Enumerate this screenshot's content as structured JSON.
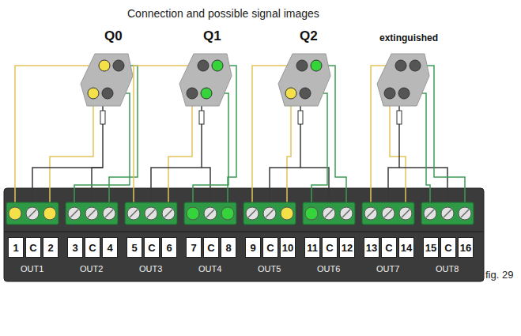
{
  "diagram": {
    "title": "Connection and possible signal images",
    "caption": "fig. 29",
    "nodes": [
      {
        "text": [
          "1"
        ]
      },
      {
        "text": [
          "C"
        ]
      },
      {
        "text": [
          "2"
        ]
      },
      {
        "text": [
          "3"
        ]
      },
      {
        "text": [
          "C"
        ]
      },
      {
        "text": [
          "4"
        ]
      },
      {
        "text": [
          "5"
        ]
      },
      {
        "text": [
          "C"
        ]
      },
      {
        "text": [
          "6"
        ]
      },
      {
        "text": [
          "7"
        ]
      },
      {
        "text": [
          "C"
        ]
      },
      {
        "text": [
          "8"
        ]
      },
      {
        "text": [
          "9"
        ]
      },
      {
        "text": [
          "C"
        ]
      },
      {
        "text": [
          "10"
        ]
      },
      {
        "text": [
          "11"
        ]
      },
      {
        "text": [
          "C"
        ]
      },
      {
        "text": [
          "12"
        ]
      },
      {
        "text": [
          "13"
        ]
      },
      {
        "text": [
          "C"
        ]
      },
      {
        "text": [
          "14"
        ]
      },
      {
        "text": [
          "15"
        ]
      },
      {
        "text": [
          "C"
        ]
      },
      {
        "text": [
          "16"
        ]
      }
    ],
    "labels": [
      "Q0",
      "Q1",
      "Q2",
      "extinguished",
      "OUT1",
      "OUT2",
      "OUT3",
      "OUT4",
      "OUT5",
      "OUT6",
      "OUT7",
      "OUT8"
    ]
  }
}
